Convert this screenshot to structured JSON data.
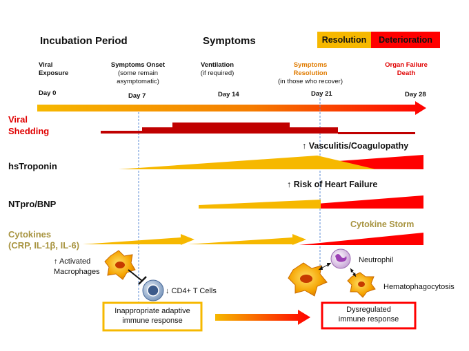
{
  "header": {
    "incubation": "Incubation Period",
    "symptoms": "Symptoms",
    "resolution": "Resolution",
    "deterioration": "Deterioration"
  },
  "events": {
    "viral_exposure": [
      "Viral",
      "Exposure"
    ],
    "symptoms_onset": [
      "Symptoms Onset",
      "(some remain",
      "asymptomatic)"
    ],
    "ventilation": [
      "Ventilation",
      "(if required)"
    ],
    "symptoms_resolution": [
      "Symptoms",
      "Resolution",
      "(in those who recover)"
    ],
    "organ_failure": [
      "Organ Failure",
      "Death"
    ]
  },
  "days": [
    "Day 0",
    "Day 7",
    "Day 14",
    "Day 21",
    "Day 28"
  ],
  "rows": {
    "viral_shedding": [
      "Viral",
      "Shedding"
    ],
    "hstroponin": "hsTroponin",
    "ntprobnp": "NTpro/BNP",
    "cytokines": [
      "Cytokines",
      "(CRP, IL-1β, IL-6)"
    ]
  },
  "notes": {
    "vasculitis": "↑ Vasculitis/Coagulopathy",
    "heart_failure": "↑ Risk of Heart Failure",
    "cytokine_storm": "Cytokine Storm"
  },
  "cells": {
    "macrophages": [
      "↑ Activated",
      "Macrophages"
    ],
    "cd4": "↓ CD4+ T Cells",
    "neutrophil": "Neutrophil",
    "hematophagocytosis": "Hematophagocytosis"
  },
  "boxes": {
    "inappropriate": [
      "Inappropriate adaptive",
      "immune response"
    ],
    "dysregulated": [
      "Dysregulated",
      "immune response"
    ]
  },
  "colors": {
    "yellow": "#f6b800",
    "red": "#ff0000",
    "dark_red": "#c00000",
    "khaki": "#a89440",
    "orange": "#e07b00"
  }
}
